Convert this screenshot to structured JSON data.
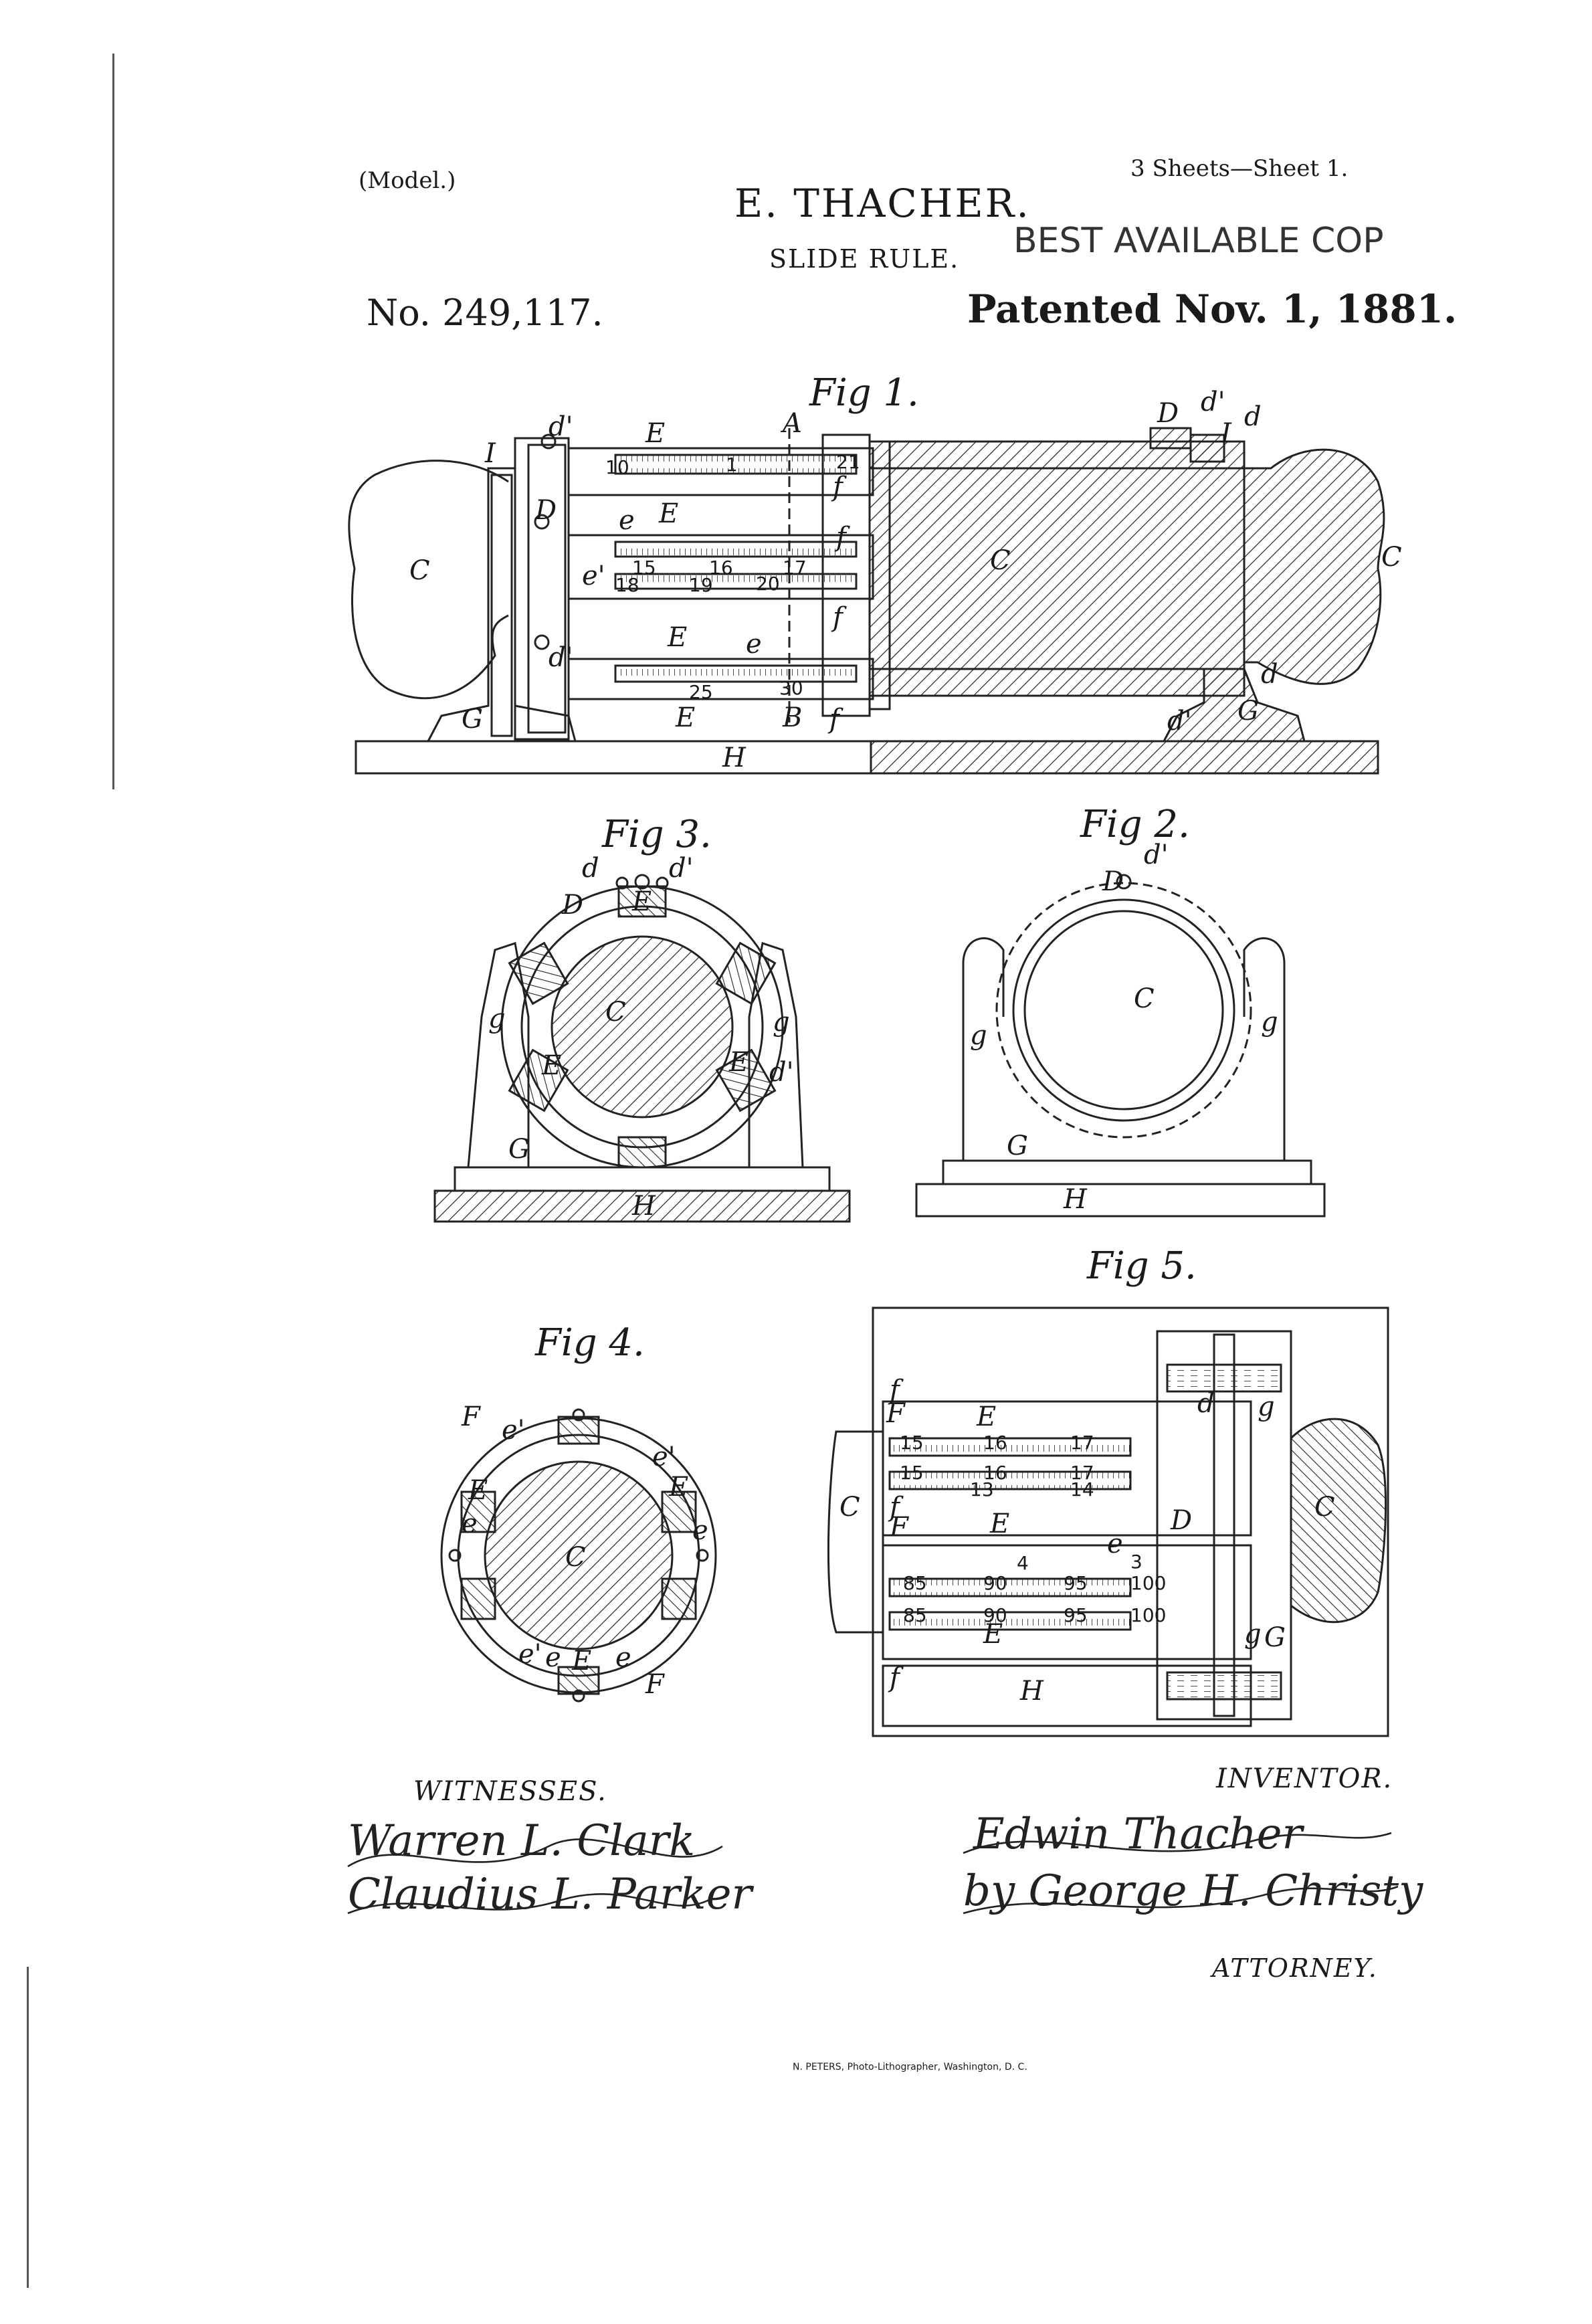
{
  "header": {
    "model": "(Model.)",
    "sheets": "3 Sheets—Sheet 1.",
    "inventor_name": "E. THACHER.",
    "title": "SLIDE RULE.",
    "stamp": "BEST AVAILABLE COP",
    "patent_no": "No. 249,117.",
    "patented": "Patented Nov. 1, 1881."
  },
  "figures": {
    "fig1": "Fig 1.",
    "fig2": "Fig 2.",
    "fig3": "Fig 3.",
    "fig4": "Fig 4.",
    "fig5": "Fig 5."
  },
  "fig1_letters": {
    "d1": "d'",
    "E1": "E",
    "A": "A",
    "I_left": "I",
    "D": "D",
    "C_left": "C",
    "e_mid": "e",
    "E2": "E",
    "e_prime": "e'",
    "d_lower": "d'",
    "E3": "E",
    "e3": "e",
    "G_left": "G",
    "E4": "E",
    "B": "B",
    "H": "H",
    "C_right": "C",
    "C_end": "C",
    "D_top": "D",
    "d_top": "d'",
    "d_top2": "d",
    "I_right": "I",
    "d_right": "d",
    "d_right2": "d'",
    "G_right": "G",
    "f1": "f",
    "f2": "f",
    "f3": "f",
    "f4": "f",
    "scale_10": "10",
    "scale_1": "1",
    "scale_21": "21",
    "scale_15": "15",
    "scale_16": "16",
    "scale_17": "17",
    "scale_18": "18",
    "scale_19": "19",
    "scale_20": "20",
    "scale_25": "25",
    "scale_30": "30"
  },
  "fig3_letters": {
    "d_left": "d",
    "d_right": "d'",
    "D": "D",
    "E_top": "E",
    "C": "C",
    "g_left": "g",
    "g_right": "g",
    "E_left": "E",
    "E_right": "E",
    "d_side": "d'",
    "G": "G",
    "H": "H"
  },
  "fig2_letters": {
    "d_top": "d'",
    "D": "D",
    "C": "C",
    "g_left": "g",
    "g_right": "g",
    "G": "G",
    "H": "H"
  },
  "fig4_letters": {
    "F_top": "F",
    "e_top": "e'",
    "e_r1": "e'",
    "E_r": "E",
    "e_r2": "e",
    "E_l": "E",
    "e_l": "e",
    "C": "C",
    "e_b1": "e'",
    "e_b2": "e",
    "E_b": "E",
    "e_b3": "e",
    "F_b": "F"
  },
  "fig5_letters": {
    "f_top": "f",
    "F_top": "F",
    "E_top": "E",
    "d_top": "d",
    "g_top": "g",
    "C_left": "C",
    "f_mid": "f",
    "F_mid": "F",
    "E_mid": "E",
    "e_mid": "e",
    "D": "D",
    "C_right": "C",
    "E_bot": "E",
    "g_bot": "g",
    "G": "G",
    "f_bot": "f",
    "H": "H",
    "n15a": "15",
    "n16a": "16",
    "n17a": "17",
    "n15b": "15",
    "n16b": "16",
    "n17b": "17",
    "n13": "13",
    "n14": "14",
    "n4": "4",
    "n3": "3",
    "n85a": "85",
    "n90a": "90",
    "n95a": "95",
    "n100a": "100",
    "n85b": "85",
    "n90b": "90",
    "n95b": "95",
    "n100b": "100"
  },
  "footer_block": {
    "witnesses_label": "WITNESSES.",
    "inventor_label": "INVENTOR.",
    "attorney_label": "ATTORNEY.",
    "witness1": "Warren L. Clark",
    "witness2": "Claudius L. Parker",
    "inventor_sig": "Edwin Thacher",
    "attorney_sig": "by George H. Christy",
    "printer": "N. PETERS, Photo-Lithographer, Washington, D. C."
  }
}
